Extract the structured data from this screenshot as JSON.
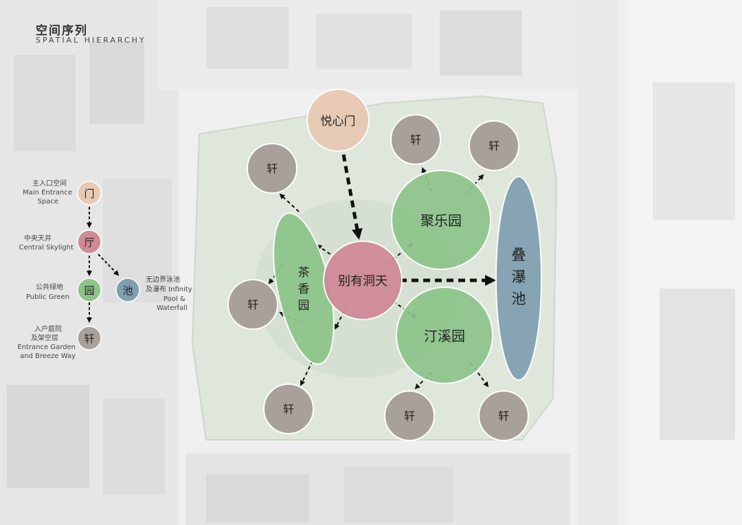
{
  "title": {
    "cn": "空间序列",
    "en": "SPATIAL HIERARCHY"
  },
  "legend": [
    {
      "id": "gate",
      "glyph": "门",
      "cn": "主入口空间",
      "en": [
        "Main Entrance",
        "Space"
      ]
    },
    {
      "id": "hall",
      "glyph": "厅",
      "cn": "中央天井",
      "en": [
        "Central Skylight"
      ]
    },
    {
      "id": "garden",
      "glyph": "园",
      "cn": "公共绿地",
      "en": [
        "Public Green"
      ]
    },
    {
      "id": "pool",
      "glyph": "池",
      "cn": "无边界泳池",
      "cn2": "及瀑布 Infinity",
      "en": [
        "Pool  &",
        "Waterfall"
      ]
    },
    {
      "id": "pavilion",
      "glyph": "轩",
      "cn": "入户庭院",
      "cn2": "及架空层",
      "en": [
        "Entrance Garden",
        "and Breeze Way"
      ]
    }
  ],
  "nodes": {
    "entrance": "悦心门",
    "center": "别有洞天",
    "north_garden": "聚乐园",
    "south_garden": "汀溪园",
    "west_garden": [
      "茶",
      "香",
      "园"
    ],
    "pool": [
      "叠",
      "瀑",
      "池"
    ],
    "pavilion": "轩"
  },
  "colors": {
    "gate": "#e8c9b4",
    "hall": "#cf8a96",
    "garden": "#8dc48a",
    "pool": "#7f9fb0",
    "pavilion": "#a8a09a"
  }
}
